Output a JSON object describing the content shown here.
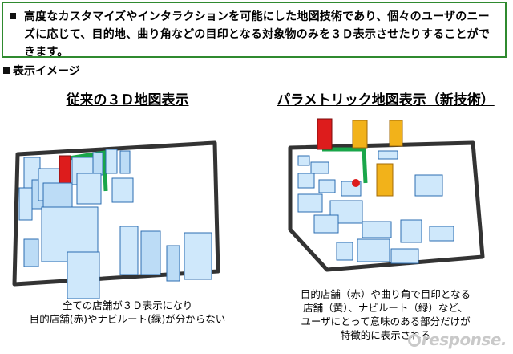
{
  "header": {
    "description": "高度なカスタマイズやインタラクションを可能にした地図技術であり、個々のユーザのニーズに応じて、目的地、曲り角などの目印となる対象物のみを３Ｄ表示させたりすることができます。"
  },
  "section": {
    "title": "表示イメージ"
  },
  "left_panel": {
    "title": "従来の３Ｄ地図表示",
    "caption_lines": [
      "全ての店舗が３Ｄ表示になり",
      "目的店舗(赤)やナビルート(緑)が分からない"
    ]
  },
  "right_panel": {
    "title": "パラメトリック地図表示（新技術）",
    "caption_lines": [
      "目的店舗（赤）や曲り角で目印となる",
      "店舗（黄）、ナビルート（緑）など、",
      "ユーザにとって意味のある部分だけが",
      "特徴的に表示される"
    ]
  },
  "watermark": {
    "text": "response."
  },
  "colors": {
    "border_green": "#2f8a2f",
    "building_fill": "#cfe8fb",
    "building_edge": "#2b6cb0",
    "target_red": "#dd1c1c",
    "landmark_yellow": "#f2b21a",
    "route_green": "#1aa64a"
  }
}
